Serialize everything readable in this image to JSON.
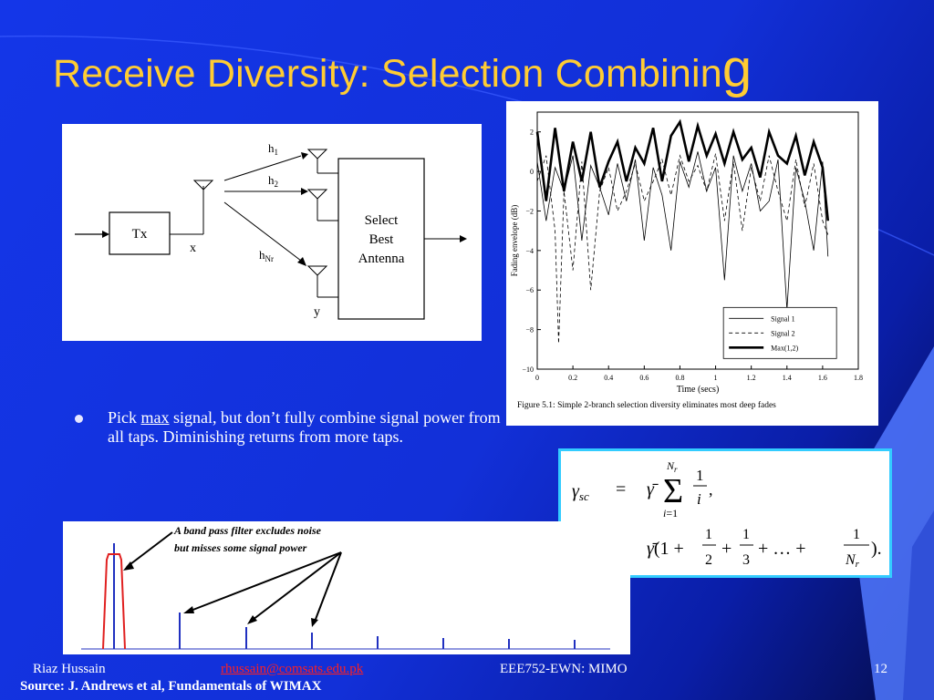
{
  "slide": {
    "title_main": "Receive Diversity: Selection Combinin",
    "title_tail": "g",
    "bullet_pre": "Pick ",
    "bullet_max": "max",
    "bullet_post": " signal, but don’t fully combine signal power from all taps. Diminishing returns from more taps."
  },
  "diagram": {
    "tx": "Tx",
    "x": "x",
    "y": "y",
    "h1": "h",
    "h1_sub": "1",
    "h2": "h",
    "h2_sub": "2",
    "hn": "h",
    "hn_sub": "Nr",
    "box_line1": "Select",
    "box_line2": "Best",
    "box_line3": "Antenna"
  },
  "chart_data": {
    "type": "line",
    "xlabel": "Time (secs)",
    "ylabel": "Fading envelope (dB)",
    "xlim": [
      0,
      1.8
    ],
    "ylim": [
      -10,
      3
    ],
    "x_ticks": [
      "0",
      "0.2",
      "0.4",
      "0.6",
      "0.8",
      "1",
      "1.2",
      "1.4",
      "1.6",
      "1.8"
    ],
    "y_ticks": [
      "2",
      "0",
      "−2",
      "−4",
      "−6",
      "−8",
      "−10"
    ],
    "legend": "bottom-right",
    "caption": "Figure 5.1: Simple 2-branch selection diversity eliminates most deep fades",
    "series": [
      {
        "name": "Signal 1",
        "style": "solid-thin",
        "x": [
          0,
          0.05,
          0.1,
          0.15,
          0.2,
          0.25,
          0.3,
          0.35,
          0.4,
          0.45,
          0.5,
          0.55,
          0.6,
          0.65,
          0.7,
          0.75,
          0.8,
          0.85,
          0.9,
          0.95,
          1.0,
          1.05,
          1.1,
          1.15,
          1.2,
          1.25,
          1.3,
          1.35,
          1.4,
          1.45,
          1.5,
          1.55,
          1.6,
          1.63
        ],
        "y": [
          0.5,
          -2.5,
          0.2,
          -1.0,
          0.8,
          -3.5,
          0.3,
          -0.8,
          -2.2,
          0.4,
          -1.5,
          0.6,
          -3.5,
          0.2,
          -1.2,
          -4.0,
          0.5,
          -0.8,
          1.0,
          -1.0,
          0.2,
          -5.5,
          0.8,
          -1.0,
          0.4,
          -2.0,
          -1.5,
          0.6,
          -7.0,
          0.2,
          -1.5,
          -4.0,
          0.5,
          -4.3
        ]
      },
      {
        "name": "Signal 2",
        "style": "dashed",
        "x": [
          0,
          0.05,
          0.1,
          0.12,
          0.15,
          0.2,
          0.25,
          0.3,
          0.35,
          0.4,
          0.45,
          0.5,
          0.55,
          0.6,
          0.65,
          0.7,
          0.75,
          0.8,
          0.85,
          0.9,
          0.95,
          1.0,
          1.05,
          1.1,
          1.15,
          1.2,
          1.25,
          1.3,
          1.35,
          1.4,
          1.45,
          1.5,
          1.55,
          1.6,
          1.63
        ],
        "y": [
          -0.5,
          0.8,
          -3.0,
          -8.7,
          -1.0,
          -5.0,
          0.5,
          -6.0,
          -1.0,
          0.2,
          -2.0,
          -1.0,
          0.4,
          -1.5,
          -0.5,
          0.6,
          -1.2,
          0.8,
          -0.5,
          0.3,
          -1.0,
          0.9,
          -2.5,
          0.5,
          -3.0,
          0.2,
          -1.5,
          0.8,
          -1.0,
          -2.5,
          0.6,
          -1.8,
          0.4,
          -2.5,
          -3.2
        ]
      },
      {
        "name": "Max(1,2)",
        "style": "solid-thick",
        "x": [
          0,
          0.05,
          0.1,
          0.15,
          0.2,
          0.25,
          0.3,
          0.35,
          0.4,
          0.45,
          0.5,
          0.55,
          0.6,
          0.65,
          0.7,
          0.75,
          0.8,
          0.85,
          0.9,
          0.95,
          1.0,
          1.05,
          1.1,
          1.15,
          1.2,
          1.25,
          1.3,
          1.35,
          1.4,
          1.45,
          1.5,
          1.55,
          1.6,
          1.63
        ],
        "y": [
          2.0,
          -1.5,
          2.2,
          -1.0,
          1.5,
          -0.5,
          2.0,
          -0.8,
          0.5,
          1.5,
          -0.5,
          1.2,
          0.4,
          2.2,
          -0.5,
          1.8,
          2.5,
          0.5,
          2.3,
          0.8,
          1.9,
          0.4,
          2.0,
          0.6,
          1.2,
          -0.3,
          2.0,
          0.8,
          0.4,
          1.8,
          -0.2,
          1.5,
          0.2,
          -2.5
        ]
      }
    ]
  },
  "formula": {
    "line1_lhs": "γsc",
    "line1_rhs": "= γ̄ Σ (i=1..Nr) 1/i ,",
    "line2_rhs": "= γ̄ (1 + 1/2 + 1/3 + … + 1/Nr)."
  },
  "filter": {
    "annotation_line1": "A band pass filter excludes noise",
    "annotation_line2": "but misses some signal power"
  },
  "footer": {
    "author": "Riaz Hussain",
    "email": "rhussain@comsats.edu.pk",
    "course": "EEE752-EWN: MIMO",
    "page": "12",
    "source": "Source: J. Andrews et al, Fundamentals of WIMAX"
  },
  "colors": {
    "title": "#ffcc33",
    "background": "#1436e8",
    "email": "#ff2020",
    "formula_border": "#33ccff"
  }
}
